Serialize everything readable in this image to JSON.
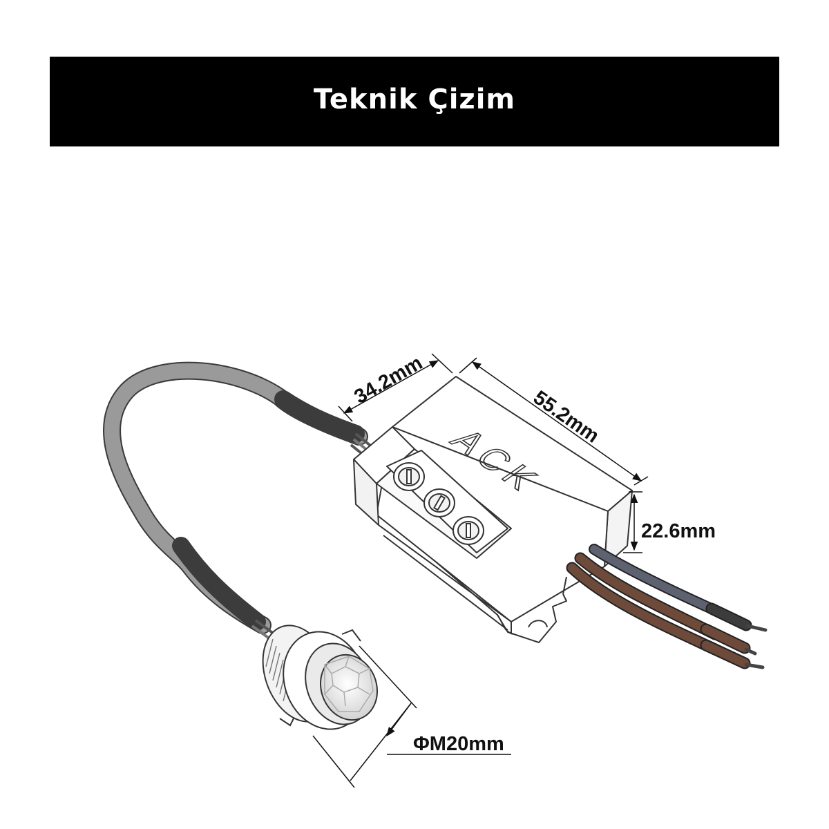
{
  "header": {
    "title": "Teknik Çizim"
  },
  "diagram": {
    "brand": "ACK",
    "dimensions": {
      "width": "34.2mm",
      "length": "55.2mm",
      "height": "22.6mm",
      "sensor_diameter": "ΦM20mm"
    },
    "colors": {
      "header_background": "#000000",
      "header_text": "#ffffff",
      "cable_gray": "#9a9a9a",
      "cable_sleeve": "#3c3c3c",
      "wire_brown": "#6e4a3a",
      "wire_gray_blue": "#5d6170",
      "outline": "#333333"
    },
    "icons": [
      "potentiometer-icon",
      "potentiometer-icon",
      "potentiometer-icon",
      "pir-lens-icon"
    ]
  }
}
